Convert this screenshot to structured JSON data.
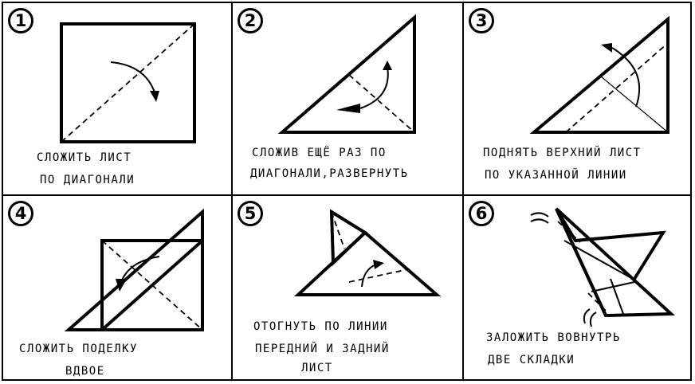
{
  "steps": [
    {
      "number": "1",
      "caption_line1": "СЛОЖИТЬ ЛИСТ",
      "caption_line2": "ПО ДИАГОНАЛИ"
    },
    {
      "number": "2",
      "caption_line1": "СЛОЖИВ ЕЩЁ РАЗ ПО",
      "caption_line2": "ДИАГОНАЛИ,РАЗВЕРНУТЬ"
    },
    {
      "number": "3",
      "caption_line1": "ПОДНЯТЬ ВЕРХНИЙ ЛИСТ",
      "caption_line2": "ПО УКАЗАННОЙ ЛИНИИ"
    },
    {
      "number": "4",
      "caption_line1": "СЛОЖИТЬ ПОДЕЛКУ",
      "caption_line2": "ВДВОЕ"
    },
    {
      "number": "5",
      "caption_line1": "ОТОГНУТЬ ПО ЛИНИИ",
      "caption_line2": "ПЕРЕДНИЙ И ЗАДНИЙ",
      "caption_line3": "ЛИСТ"
    },
    {
      "number": "6",
      "caption_line1": "ЗАЛОЖИТЬ ВОВНУТРЬ",
      "caption_line2": "ДВЕ СКЛАДКИ"
    }
  ]
}
